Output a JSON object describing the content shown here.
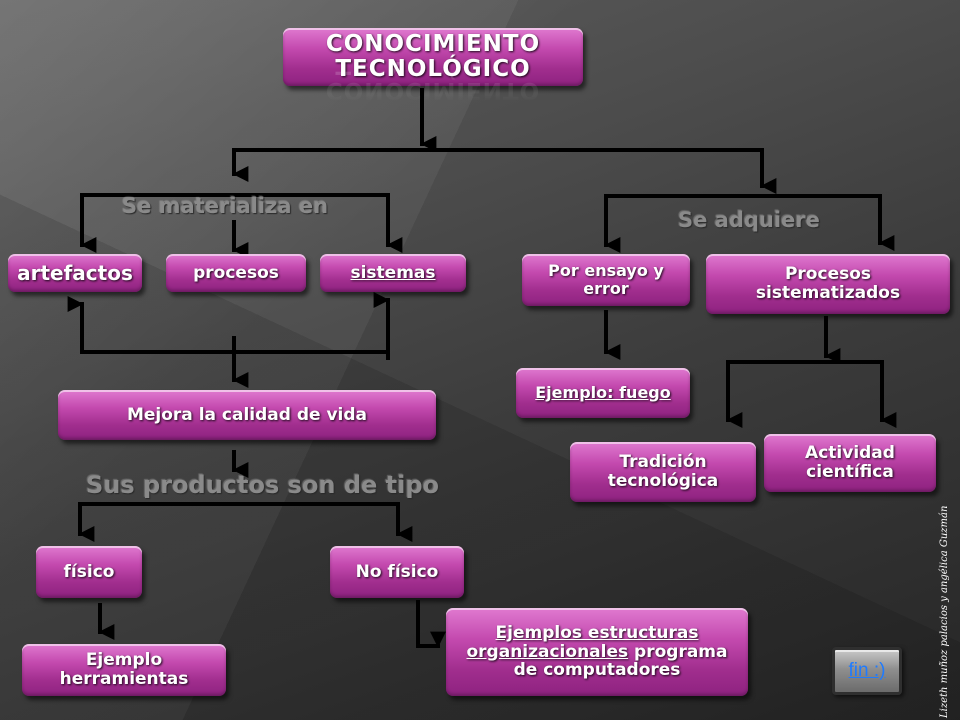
{
  "title": "CONOCIMIENTO TECNOLÓGICO",
  "branch_labels": {
    "materializa": "Se materializa en",
    "adquiere": "Se adquiere",
    "productos": "Sus productos son de tipo"
  },
  "boxes": {
    "artefactos": "artefactos",
    "procesos": "procesos",
    "sistemas": "sistemas",
    "ensayo_error": "Por ensayo y error",
    "procesos_sistematizados": "Procesos sistematizados",
    "ejemplo_fuego": "Ejemplo: fuego",
    "tradicion": "Tradición tecnológica",
    "actividad": "Actividad científica",
    "mejora": "Mejora la calidad de vida",
    "fisico": "físico",
    "no_fisico": "No físico",
    "ejemplo_herramientas": "Ejemplo herramientas",
    "ejemplos_estructuras_link": "Ejemplos estructuras organizacionales",
    "ejemplos_estructuras_rest": " programa de computadores"
  },
  "credit": "Lizeth muñoz palacios y angélica Guzmán",
  "end_button": "fin :)",
  "colors": {
    "box": "#b13a9e",
    "label": "#8a8a8a",
    "link": "#1f7bff"
  }
}
